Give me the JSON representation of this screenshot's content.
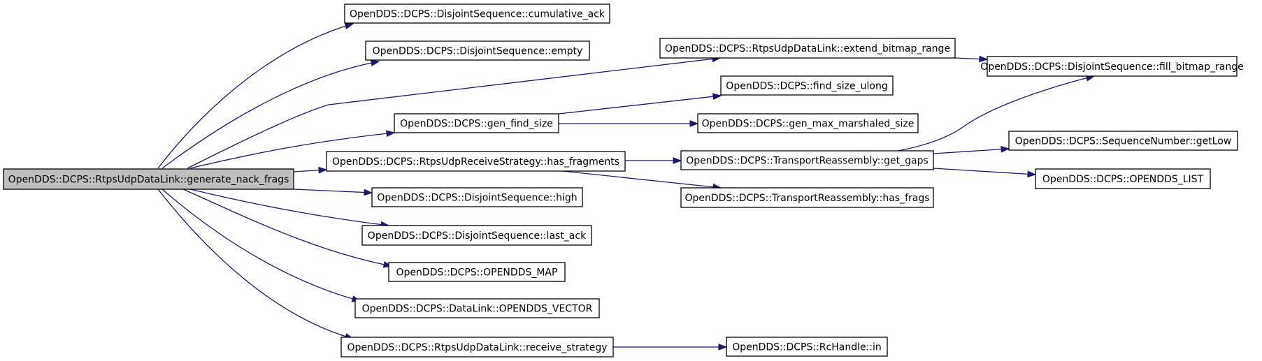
{
  "graph": {
    "root": "OpenDDS::DCPS::RtpsUdpDataLink::generate_nack_frags",
    "nodes": [
      {
        "id": "root",
        "label": "OpenDDS::DCPS::RtpsUdpDataLink::generate_nack_frags",
        "highlighted": true
      },
      {
        "id": "cumulative_ack",
        "label": "OpenDDS::DCPS::DisjointSequence::cumulative_ack"
      },
      {
        "id": "empty",
        "label": "OpenDDS::DCPS::DisjointSequence::empty"
      },
      {
        "id": "extend_bitmap_range",
        "label": "OpenDDS::DCPS::RtpsUdpDataLink::extend_bitmap_range"
      },
      {
        "id": "fill_bitmap_range",
        "label": "OpenDDS::DCPS::DisjointSequence::fill_bitmap_range"
      },
      {
        "id": "find_size_ulong",
        "label": "OpenDDS::DCPS::find_size_ulong"
      },
      {
        "id": "gen_find_size",
        "label": "OpenDDS::DCPS::gen_find_size"
      },
      {
        "id": "gen_max_marshaled_size",
        "label": "OpenDDS::DCPS::gen_max_marshaled_size"
      },
      {
        "id": "has_fragments",
        "label": "OpenDDS::DCPS::RtpsUdpReceiveStrategy::has_fragments"
      },
      {
        "id": "get_gaps",
        "label": "OpenDDS::DCPS::TransportReassembly::get_gaps"
      },
      {
        "id": "getLow",
        "label": "OpenDDS::DCPS::SequenceNumber::getLow"
      },
      {
        "id": "opendds_list",
        "label": "OpenDDS::DCPS::OPENDDS_LIST"
      },
      {
        "id": "has_frags",
        "label": "OpenDDS::DCPS::TransportReassembly::has_frags"
      },
      {
        "id": "high",
        "label": "OpenDDS::DCPS::DisjointSequence::high"
      },
      {
        "id": "last_ack",
        "label": "OpenDDS::DCPS::DisjointSequence::last_ack"
      },
      {
        "id": "opendds_map",
        "label": "OpenDDS::DCPS::OPENDDS_MAP"
      },
      {
        "id": "opendds_vector",
        "label": "OpenDDS::DCPS::DataLink::OPENDDS_VECTOR"
      },
      {
        "id": "receive_strategy",
        "label": "OpenDDS::DCPS::RtpsUdpDataLink::receive_strategy"
      },
      {
        "id": "rchandle_in",
        "label": "OpenDDS::DCPS::RcHandle::in"
      }
    ],
    "edges": [
      {
        "from": "root",
        "to": "cumulative_ack"
      },
      {
        "from": "root",
        "to": "empty"
      },
      {
        "from": "root",
        "to": "extend_bitmap_range"
      },
      {
        "from": "root",
        "to": "gen_find_size"
      },
      {
        "from": "root",
        "to": "has_fragments"
      },
      {
        "from": "root",
        "to": "high"
      },
      {
        "from": "root",
        "to": "last_ack"
      },
      {
        "from": "root",
        "to": "opendds_map"
      },
      {
        "from": "root",
        "to": "opendds_vector"
      },
      {
        "from": "root",
        "to": "receive_strategy"
      },
      {
        "from": "extend_bitmap_range",
        "to": "fill_bitmap_range"
      },
      {
        "from": "gen_find_size",
        "to": "find_size_ulong"
      },
      {
        "from": "gen_find_size",
        "to": "gen_max_marshaled_size"
      },
      {
        "from": "has_fragments",
        "to": "get_gaps"
      },
      {
        "from": "has_fragments",
        "to": "has_frags"
      },
      {
        "from": "get_gaps",
        "to": "fill_bitmap_range"
      },
      {
        "from": "get_gaps",
        "to": "getLow"
      },
      {
        "from": "get_gaps",
        "to": "opendds_list"
      },
      {
        "from": "receive_strategy",
        "to": "rchandle_in"
      }
    ]
  },
  "colors": {
    "edge": "#191970",
    "node_border": "#000000",
    "node_fill": "#ffffff",
    "root_fill": "#bfbfbf"
  }
}
